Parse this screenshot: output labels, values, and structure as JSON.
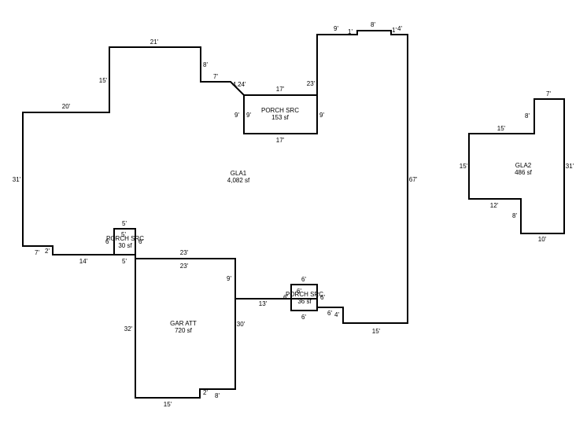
{
  "areas": {
    "gla1": {
      "name": "GLA1",
      "size": "4,082 sf"
    },
    "porch1": {
      "name": "PORCH SRC",
      "size": "153 sf"
    },
    "porch2": {
      "name": "PORCH SRC",
      "size": "30 sf"
    },
    "porch3": {
      "name": "PORCH SRC",
      "size": "36 sf"
    },
    "garage": {
      "name": "GAR ATT",
      "size": "720 sf"
    },
    "gla2": {
      "name": "GLA2",
      "size": "486 sf"
    }
  },
  "dims": {
    "d01": "21'",
    "d02": "15'",
    "d03": "20'",
    "d04": "31'",
    "d05": "8'",
    "d06": "7'",
    "d07": "4.24'",
    "d08": "17'",
    "d09": "23'",
    "d10": "9'",
    "d11": "9'",
    "d12": "9'",
    "d13": "17'",
    "d14": "9'",
    "d15": "1'",
    "d16": "8'",
    "d17": "1'",
    "d18": "4'",
    "d19": "67'",
    "d20": "7'",
    "d21": "2'",
    "d22": "14'",
    "d23": "5'",
    "d24": "6'",
    "d25": "5'",
    "d26": "6'",
    "d27": "5'",
    "d28": "23'",
    "d29": "23'",
    "d30": "9'",
    "d31": "13'",
    "d32": "30'",
    "d33": "32'",
    "d34": "2'",
    "d35": "8'",
    "d36": "15'",
    "d37": "6'",
    "d38": "6'",
    "d39": "6'",
    "d40": "6'",
    "d41": "6'",
    "d42": "6'",
    "d43": "4'",
    "d44": "15'",
    "d45": "7'",
    "d46": "8'",
    "d47": "15'",
    "d48": "15'",
    "d49": "31'",
    "d50": "12'",
    "d51": "8'",
    "d52": "10'"
  }
}
